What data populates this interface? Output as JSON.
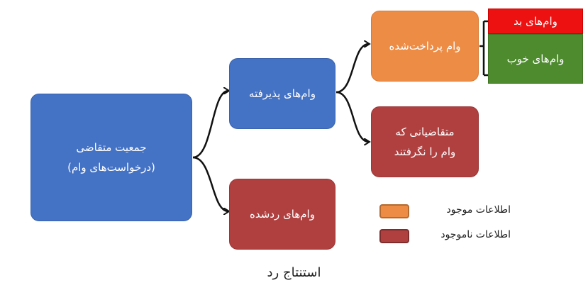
{
  "nodes": {
    "applicants": {
      "line1": "جمعیت متقاضی",
      "line2": "(درخواست‌های وام)"
    },
    "accepted": "وام‌های پذیرفته",
    "rejected": "وام‌های ردشده",
    "paid": "وام پرداخت‌شده",
    "not_taken": {
      "line1": "متقاضیانی که",
      "line2": "وام را نگرفتند"
    },
    "bad": "وام‌های بد",
    "good": "وام‌های خوب"
  },
  "legend": {
    "available": {
      "label": "اطلاعات موجود",
      "color": "#ED8C45"
    },
    "unavailable": {
      "label": "اطلاعات ناموجود",
      "color": "#B04040"
    }
  },
  "caption": "استنتاج رد",
  "colors": {
    "blue": "#4472C4",
    "orange": "#ED8C45",
    "red": "#B04040",
    "bright_red": "#EE1111",
    "green": "#4E8B2F"
  }
}
